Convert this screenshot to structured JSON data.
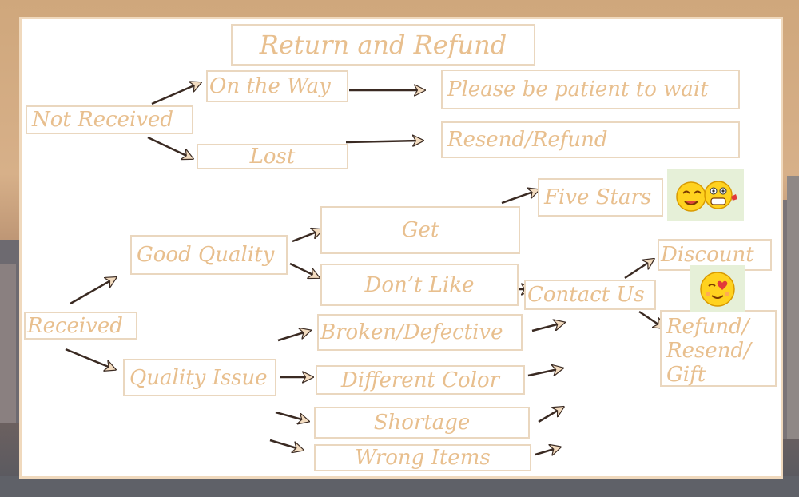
{
  "colors": {
    "node_text": "#e8bf8e",
    "node_border": "#ead7bf",
    "arrow_fill": "#f3dcc0",
    "arrow_stroke": "#3a2a22",
    "emoji_face": "#ffd21f"
  },
  "nodes": {
    "title": "Return and Refund",
    "not_received": "Not Received",
    "on_the_way": "On the Way",
    "please_wait": "Please be patient to wait",
    "lost": "Lost",
    "resend_refund": "Resend/Refund",
    "five_stars": "Five Stars",
    "get": "Get",
    "good_quality": "Good Quality",
    "dont_like": "Don’t Like",
    "contact_us": "Contact Us",
    "discount": "Discount",
    "received": "Received",
    "broken": "Broken/Defective",
    "refund_resend_gift": "Refund/\nResend/\nGift",
    "quality_issue": "Quality Issue",
    "different_color": "Different Color",
    "shortage": "Shortage",
    "wrong_items": "Wrong Items"
  },
  "icons": {
    "five_stars_emoji": "laughing-kissing-faces-icon",
    "contact_emoji": "heart-face-icon"
  }
}
